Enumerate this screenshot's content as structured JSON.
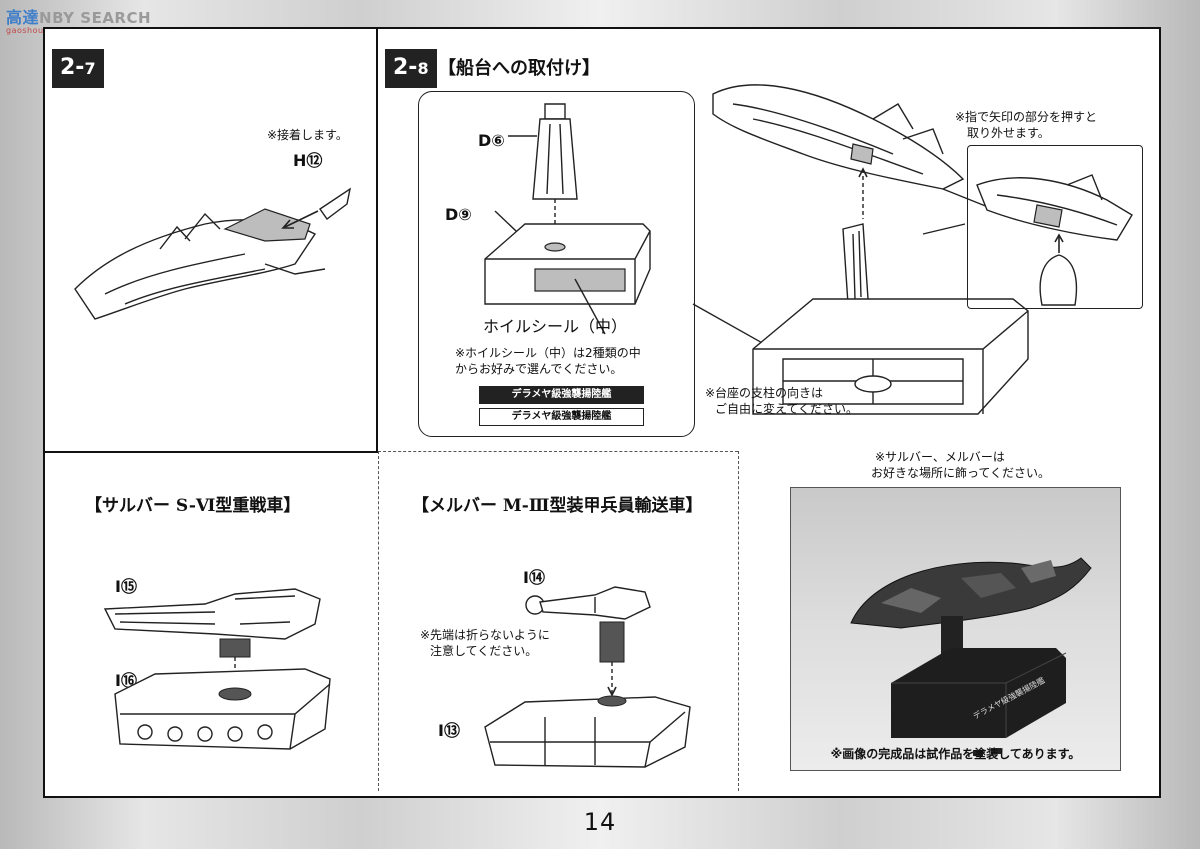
{
  "watermark": {
    "logo": "高達",
    "text": "NBY SEARCH",
    "sub": "gaoshou.net"
  },
  "steps": {
    "s27": {
      "major": "2-",
      "minor": "7",
      "note": "※接着します。",
      "part": "H⑫"
    },
    "s28": {
      "major": "2-",
      "minor": "8",
      "title": "【船台への取付け】",
      "part_d6": "D⑥",
      "part_d9": "D⑨",
      "foil_title": "ホイルシール（中）",
      "foil_note_1": "※ホイルシール（中）は2種類の中",
      "foil_note_2": "からお好みで選んでください。",
      "label_dark": "デラメヤ級強襲揚陸艦",
      "label_light": "デラメヤ級強襲揚陸艦",
      "release_note_1": "※指で矢印の部分を押すと",
      "release_note_2": "取り外せます。",
      "pillar_note_1": "※台座の支柱の向きは",
      "pillar_note_2": "ご自由に変えてください。"
    }
  },
  "sections": {
    "salba": {
      "title": "【サルバー S-Ⅵ型重戦車】",
      "part_top": "I⑮",
      "part_bottom": "I⑯"
    },
    "melba": {
      "title": "【メルバー M-Ⅲ型装甲兵員輸送車】",
      "part_top": "I⑭",
      "part_bottom": "I⑬",
      "tip_note_1": "※先端は折らないように",
      "tip_note_2": "注意してください。"
    }
  },
  "display": {
    "note_1": "※サルバー、メルバーは",
    "note_2": "お好きな場所に飾ってください。",
    "photo_label": "デラメヤ級強襲揚陸艦",
    "photo_note": "※画像の完成品は試作品を塗装してあります。"
  },
  "page_number": "14"
}
